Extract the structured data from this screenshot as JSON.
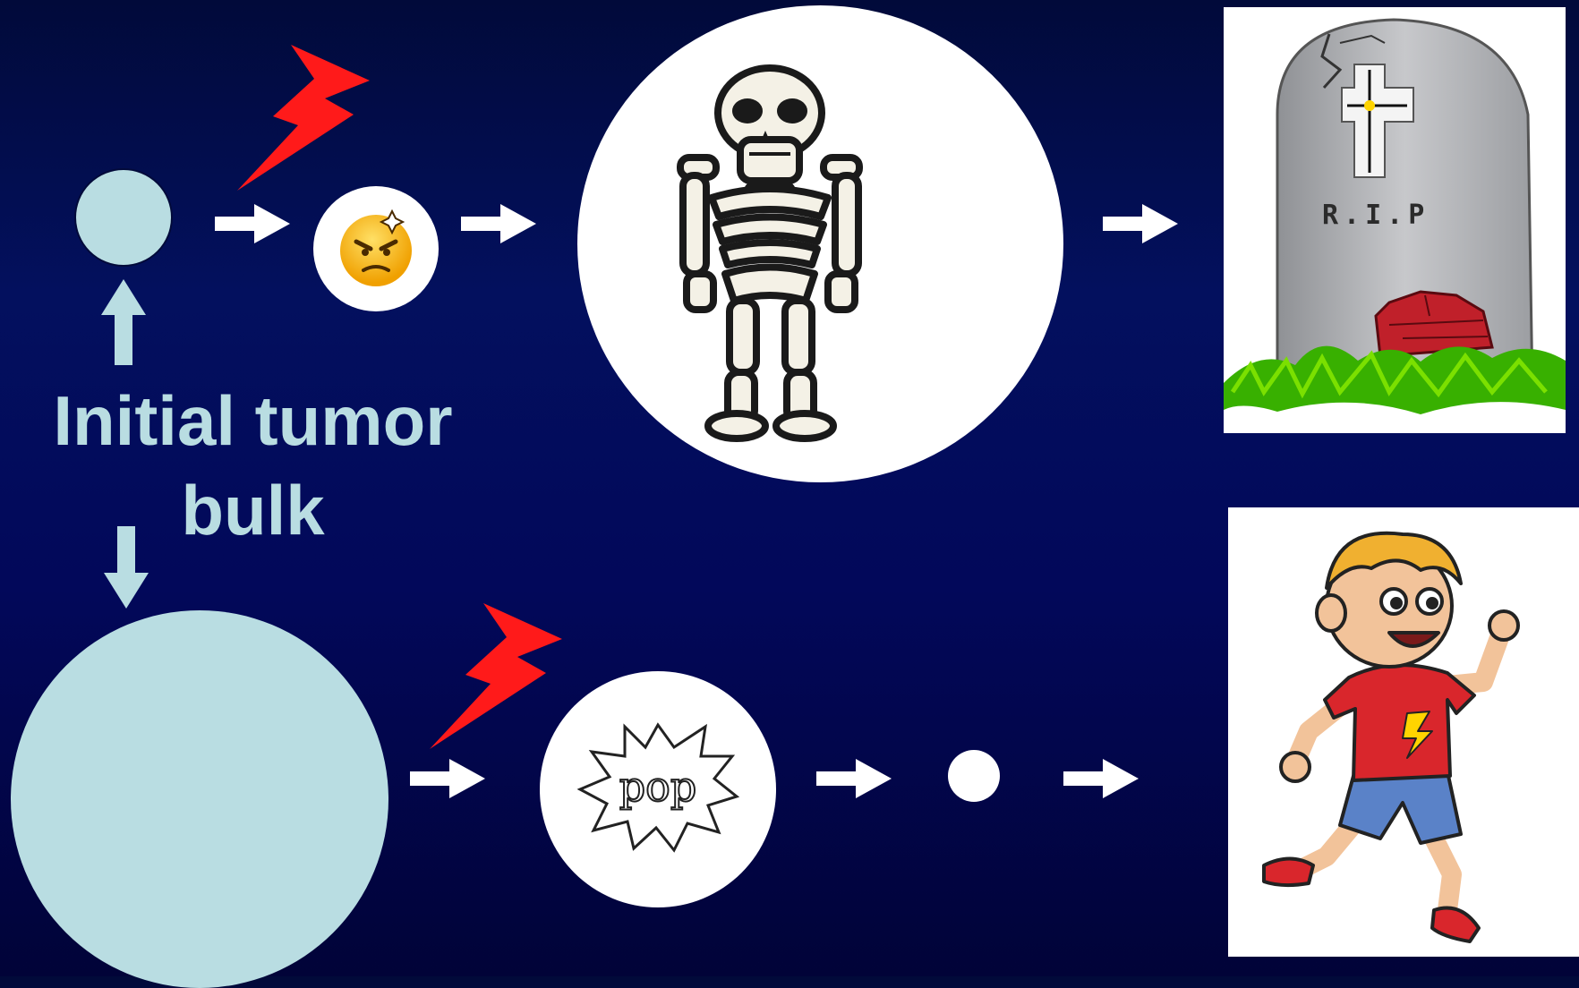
{
  "label": {
    "text_line1": "Initial tumor",
    "text_line2": "bulk"
  },
  "tombstone": {
    "text": "R.I.P"
  },
  "pop_burst": {
    "text": "pop"
  },
  "colors": {
    "tumor": "#b9dde2",
    "lightning": "#ff1a1a",
    "arrow": "#ffffff",
    "background": "#02085a"
  }
}
